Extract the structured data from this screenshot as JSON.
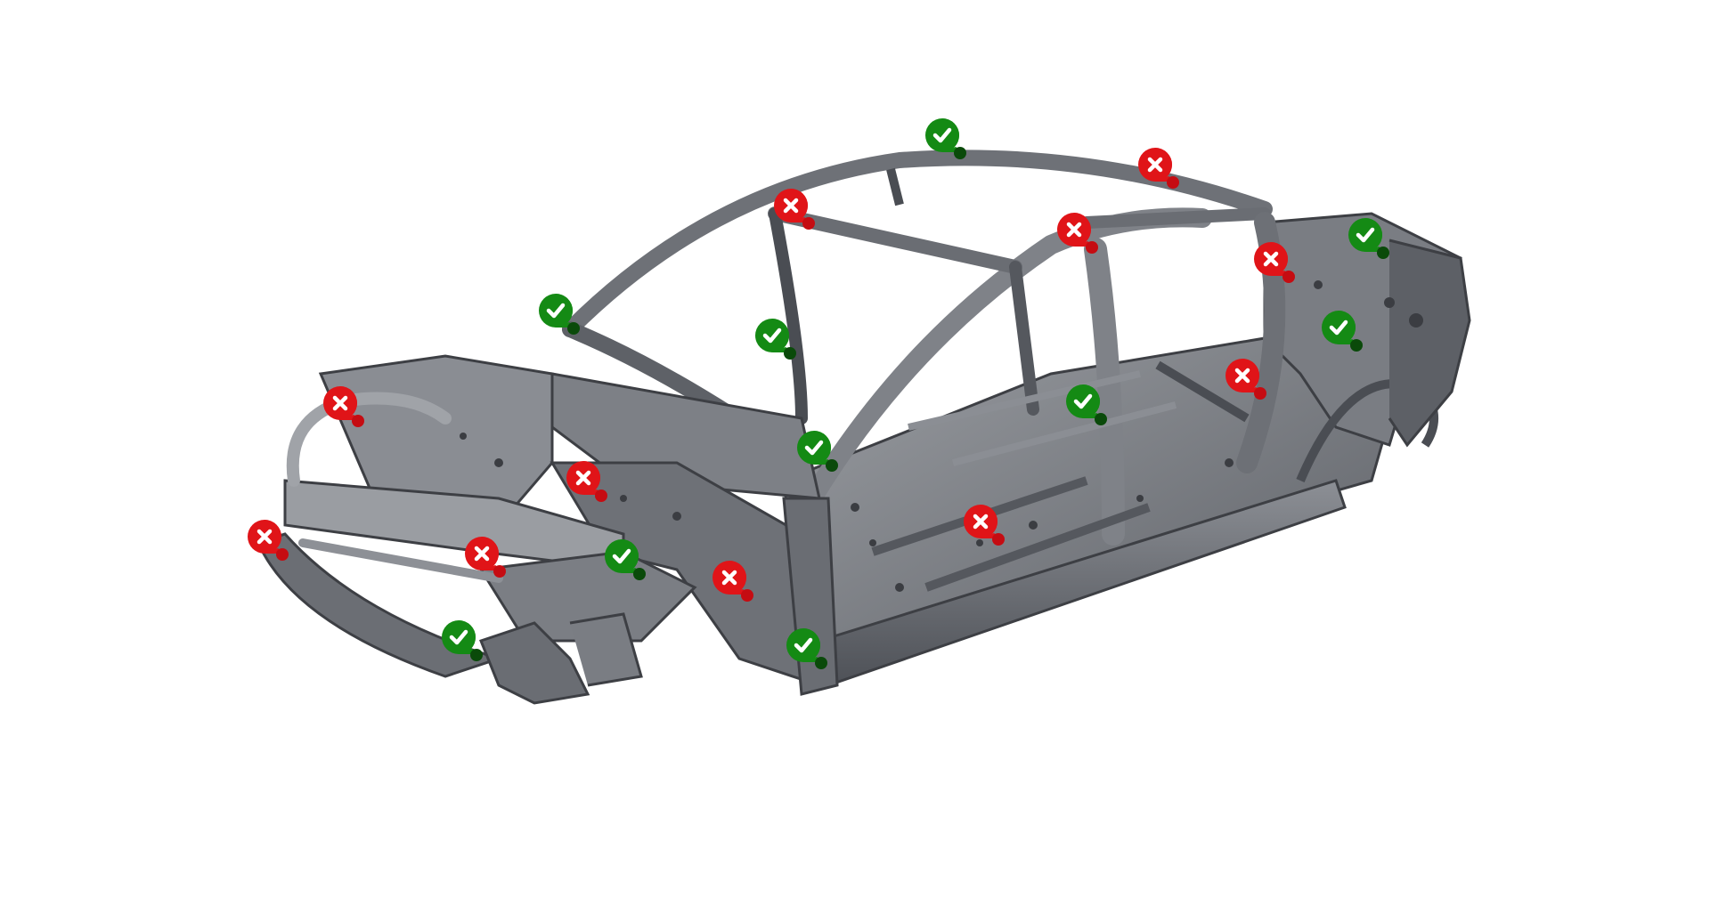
{
  "colors": {
    "pass": "#148a14",
    "pass_dot": "#0a4a0a",
    "fail": "#e01418",
    "fail_dot": "#c50c12",
    "frame_dark": "#3d3f44",
    "frame_mid": "#6b6e74",
    "frame_light": "#a6a9ae"
  },
  "icons": {
    "pass": "check-icon",
    "fail": "close-icon"
  },
  "inspection_points": [
    {
      "id": "roof-front-center",
      "status": "pass"
    },
    {
      "id": "roof-rear-left",
      "status": "fail"
    },
    {
      "id": "windshield-header",
      "status": "fail"
    },
    {
      "id": "b-pillar-top",
      "status": "fail"
    },
    {
      "id": "rear-tail-upper",
      "status": "pass"
    },
    {
      "id": "c-pillar-upper",
      "status": "fail"
    },
    {
      "id": "a-pillar-left",
      "status": "pass"
    },
    {
      "id": "windshield-center",
      "status": "pass"
    },
    {
      "id": "rear-quarter-upper",
      "status": "pass"
    },
    {
      "id": "rear-wheelarch-front",
      "status": "fail"
    },
    {
      "id": "front-strut-tower",
      "status": "fail"
    },
    {
      "id": "b-pillar-mid",
      "status": "pass"
    },
    {
      "id": "cowl-left",
      "status": "pass"
    },
    {
      "id": "front-apron",
      "status": "fail"
    },
    {
      "id": "floor-center",
      "status": "fail"
    },
    {
      "id": "front-bumper-end",
      "status": "fail"
    },
    {
      "id": "front-rail-inner",
      "status": "fail"
    },
    {
      "id": "front-rail-outer",
      "status": "pass"
    },
    {
      "id": "front-wheelhouse",
      "status": "fail"
    },
    {
      "id": "front-crash-box",
      "status": "pass"
    },
    {
      "id": "rocker-front",
      "status": "pass"
    }
  ]
}
